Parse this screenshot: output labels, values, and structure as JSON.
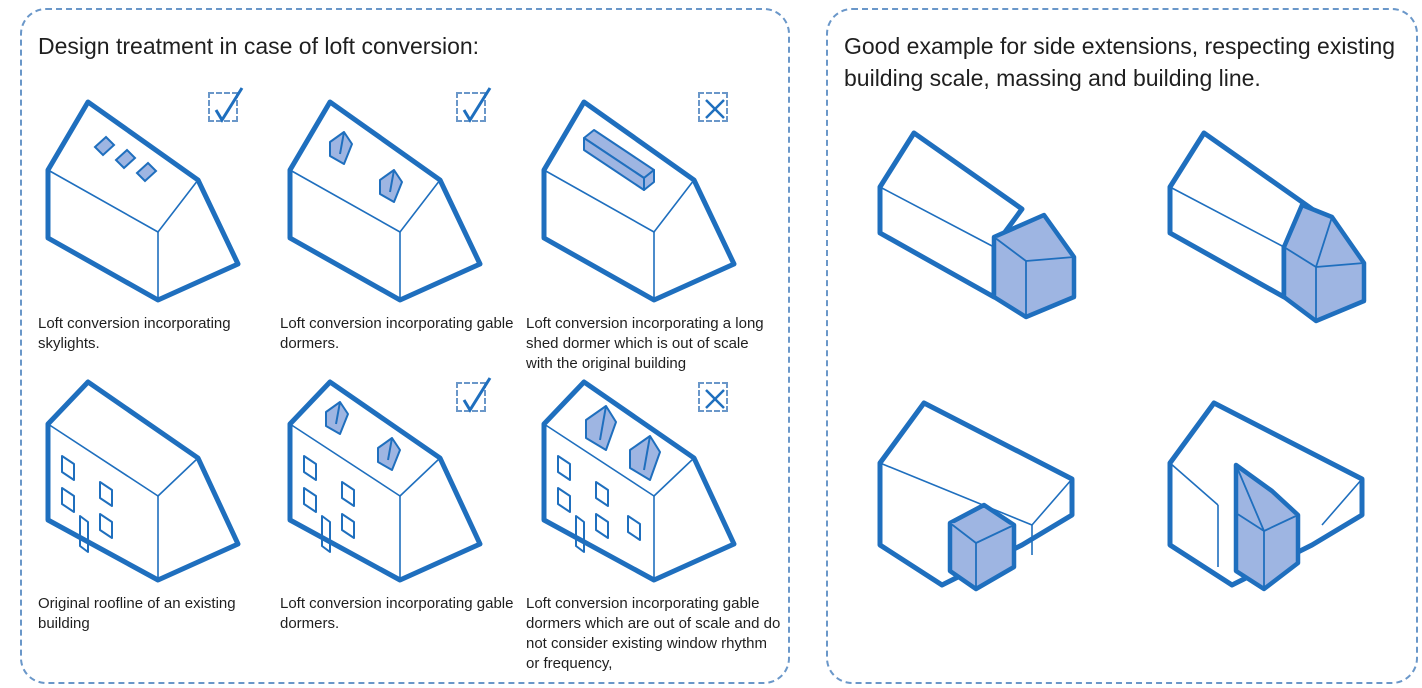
{
  "left_panel": {
    "title": "Design treatment in case of loft conversion:",
    "captions": {
      "skylights": "Loft conversion incorporating skylights.",
      "gable_dormers_top": "Loft conversion incorporating gable dormers.",
      "long_shed_dormer": "Loft conversion incorporating a long shed dormer which is out of scale with the original building",
      "original_roofline": "Original roofline of an existing building",
      "gable_dormers_bottom": "Loft conversion incorporating gable dormers.",
      "gable_dormers_out_of_scale": "Loft conversion incorporating gable dormers which are out of scale and do not consider existing window rhythm or frequency,"
    },
    "marks": {
      "skylights": "check",
      "gable_dormers_top": "check",
      "long_shed_dormer": "cross",
      "gable_dormers_bottom": "check",
      "gable_dormers_out_of_scale": "cross"
    }
  },
  "right_panel": {
    "title": "Good example for side extensions, respecting existing building scale, massing and building line."
  },
  "colors": {
    "outline": "#1f6fbe",
    "fill": "#9eb5e2",
    "dashed_border": "#6a97c9"
  }
}
